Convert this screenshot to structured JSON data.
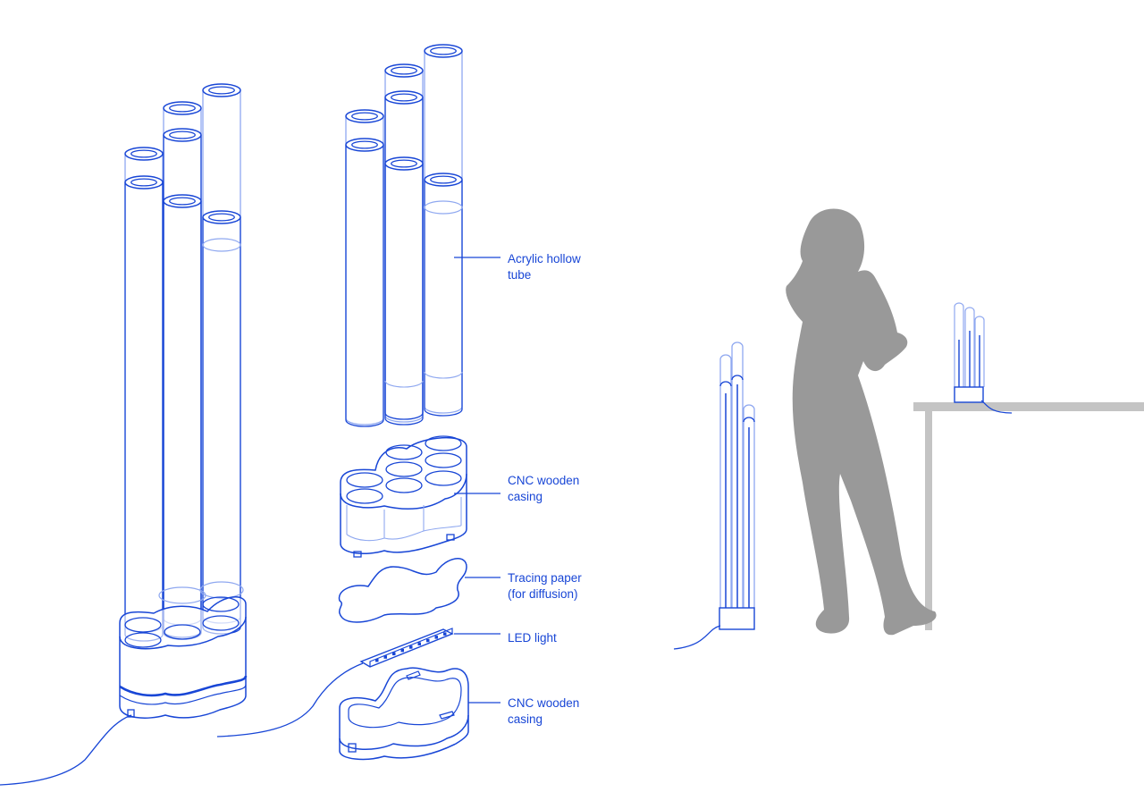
{
  "colors": {
    "line": "#1846d6",
    "line_light": "#8fa8f0",
    "silhouette": "#999999",
    "table": "#c4c4c4",
    "background": "#ffffff"
  },
  "callouts": [
    {
      "id": "acrylic",
      "lines": [
        "Acrylic hollow",
        "tube"
      ]
    },
    {
      "id": "casing-top",
      "lines": [
        "CNC wooden",
        "casing"
      ]
    },
    {
      "id": "tracing",
      "lines": [
        "Tracing paper",
        "(for diffusion)"
      ]
    },
    {
      "id": "led",
      "lines": [
        "LED light"
      ]
    },
    {
      "id": "casing-bottom",
      "lines": [
        "CNC wooden",
        "casing"
      ]
    }
  ]
}
